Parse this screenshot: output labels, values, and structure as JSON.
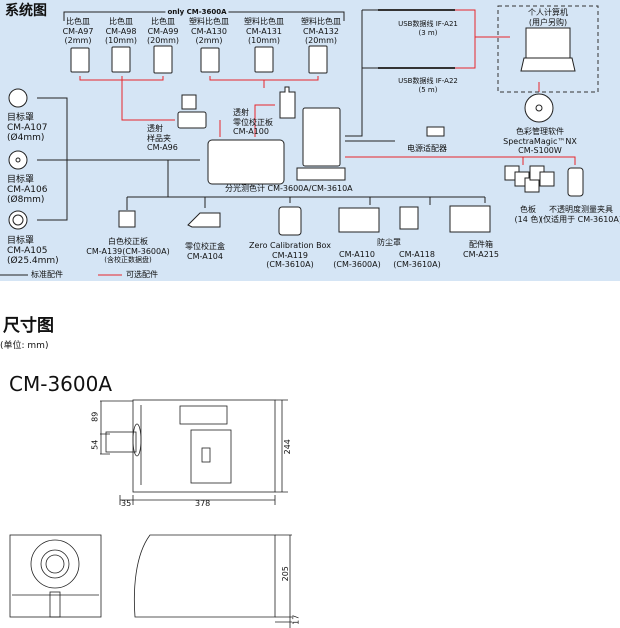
{
  "system": {
    "title": "系统图",
    "only_label": "only CM-3600A",
    "cuvettes": [
      {
        "name": "比色皿",
        "code": "CM-A97",
        "size": "(2mm)"
      },
      {
        "name": "比色皿",
        "code": "CM-A98",
        "size": "(10mm)"
      },
      {
        "name": "比色皿",
        "code": "CM-A99",
        "size": "(20mm)"
      },
      {
        "name": "塑料比色皿",
        "code": "CM-A130",
        "size": "(2mm)"
      },
      {
        "name": "塑料比色皿",
        "code": "CM-A131",
        "size": "(10mm)"
      },
      {
        "name": "塑料比色皿",
        "code": "CM-A132",
        "size": "(20mm)"
      }
    ],
    "targets": [
      {
        "name": "目标罩",
        "code": "CM-A107",
        "size": "(Ø4mm)"
      },
      {
        "name": "目标罩",
        "code": "CM-A106",
        "size": "(Ø8mm)"
      },
      {
        "name": "目标罩",
        "code": "CM-A105",
        "size": "(Ø25.4mm)"
      }
    ],
    "holder": {
      "l1": "透射",
      "l2": "样品夹",
      "code": "CM-A96"
    },
    "zero_plate": {
      "l1": "透射",
      "l2": "零位校正板",
      "code": "CM-A100"
    },
    "instrument": "分光测色计 CM-3600A/CM-3610A",
    "white_cal": {
      "name": "白色校正板",
      "code": "CM-A139(CM-3600A)",
      "note": "(含校正数据盘)"
    },
    "zero_box": {
      "name": "零位校正盒",
      "code": "CM-A104"
    },
    "zero_cal_box": {
      "name": "Zero Calibration Box",
      "code": "CM-A119",
      "note": "(CM-3610A)"
    },
    "dust_cover": {
      "name": "防尘罩",
      "code1": "CM-A110",
      "note1": "(CM-3600A)",
      "code2": "CM-A118",
      "note2": "(CM-3610A)"
    },
    "case": {
      "name": "配件箱",
      "code": "CM-A215"
    },
    "usb1": {
      "name": "USB数据线 IF-A21",
      "len": "(3 m)"
    },
    "usb2": {
      "name": "USB数据线 IF-A22",
      "len": "(5 m)"
    },
    "pc": {
      "l1": "个人计算机",
      "l2": "(用户另购)"
    },
    "software": {
      "l1": "色彩管理软件",
      "l2": "SpectraMagic™NX",
      "code": "CM-S100W"
    },
    "adapter": "电源适配器",
    "tiles": {
      "l1": "色板",
      "l2": "(14 色)"
    },
    "opacity": {
      "l1": "不透明度测量夹具",
      "l2": "(仅适用于 CM-3610A)"
    },
    "legend": {
      "standard": "标准配件",
      "optional": "可选配件"
    },
    "colors": {
      "panel": "#d5e5f5",
      "optional_line": "#e8252a",
      "standard_line": "#222222"
    }
  },
  "dimensions": {
    "title": "尺寸图",
    "unit": "(单位: mm)",
    "model": "CM-3600A",
    "values": {
      "d89": "89",
      "d54": "54",
      "d244": "244",
      "d35": "35",
      "d378": "378",
      "d205": "205",
      "d17": "17"
    }
  }
}
